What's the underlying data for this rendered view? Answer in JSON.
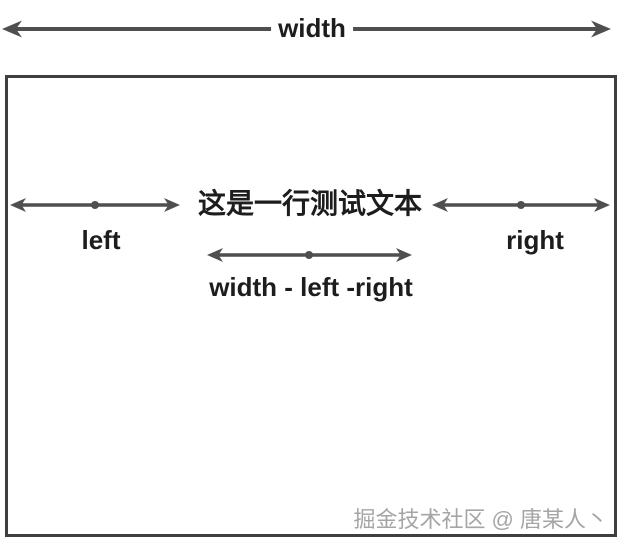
{
  "figure": {
    "title_label": "width",
    "box": {
      "test_text": "这是一行测试文本",
      "left_label": "left",
      "right_label": "right",
      "remaining_width_label": "width - left -right",
      "watermark": "掘金技术社区 @ 唐某人丶"
    },
    "icons": {
      "top_arrow": "horizontal-double-arrow",
      "left_arrow": "horizontal-double-arrow-with-midpoint-dot",
      "right_arrow": "horizontal-double-arrow-with-midpoint-dot",
      "remaining_arrow": "horizontal-double-arrow-with-midpoint-dot"
    },
    "colors": {
      "arrow": "#4f4f4f",
      "border": "#3f3f3f",
      "text": "#1d1d1d",
      "watermark": "#a5a5a5",
      "background": "#ffffff"
    }
  }
}
